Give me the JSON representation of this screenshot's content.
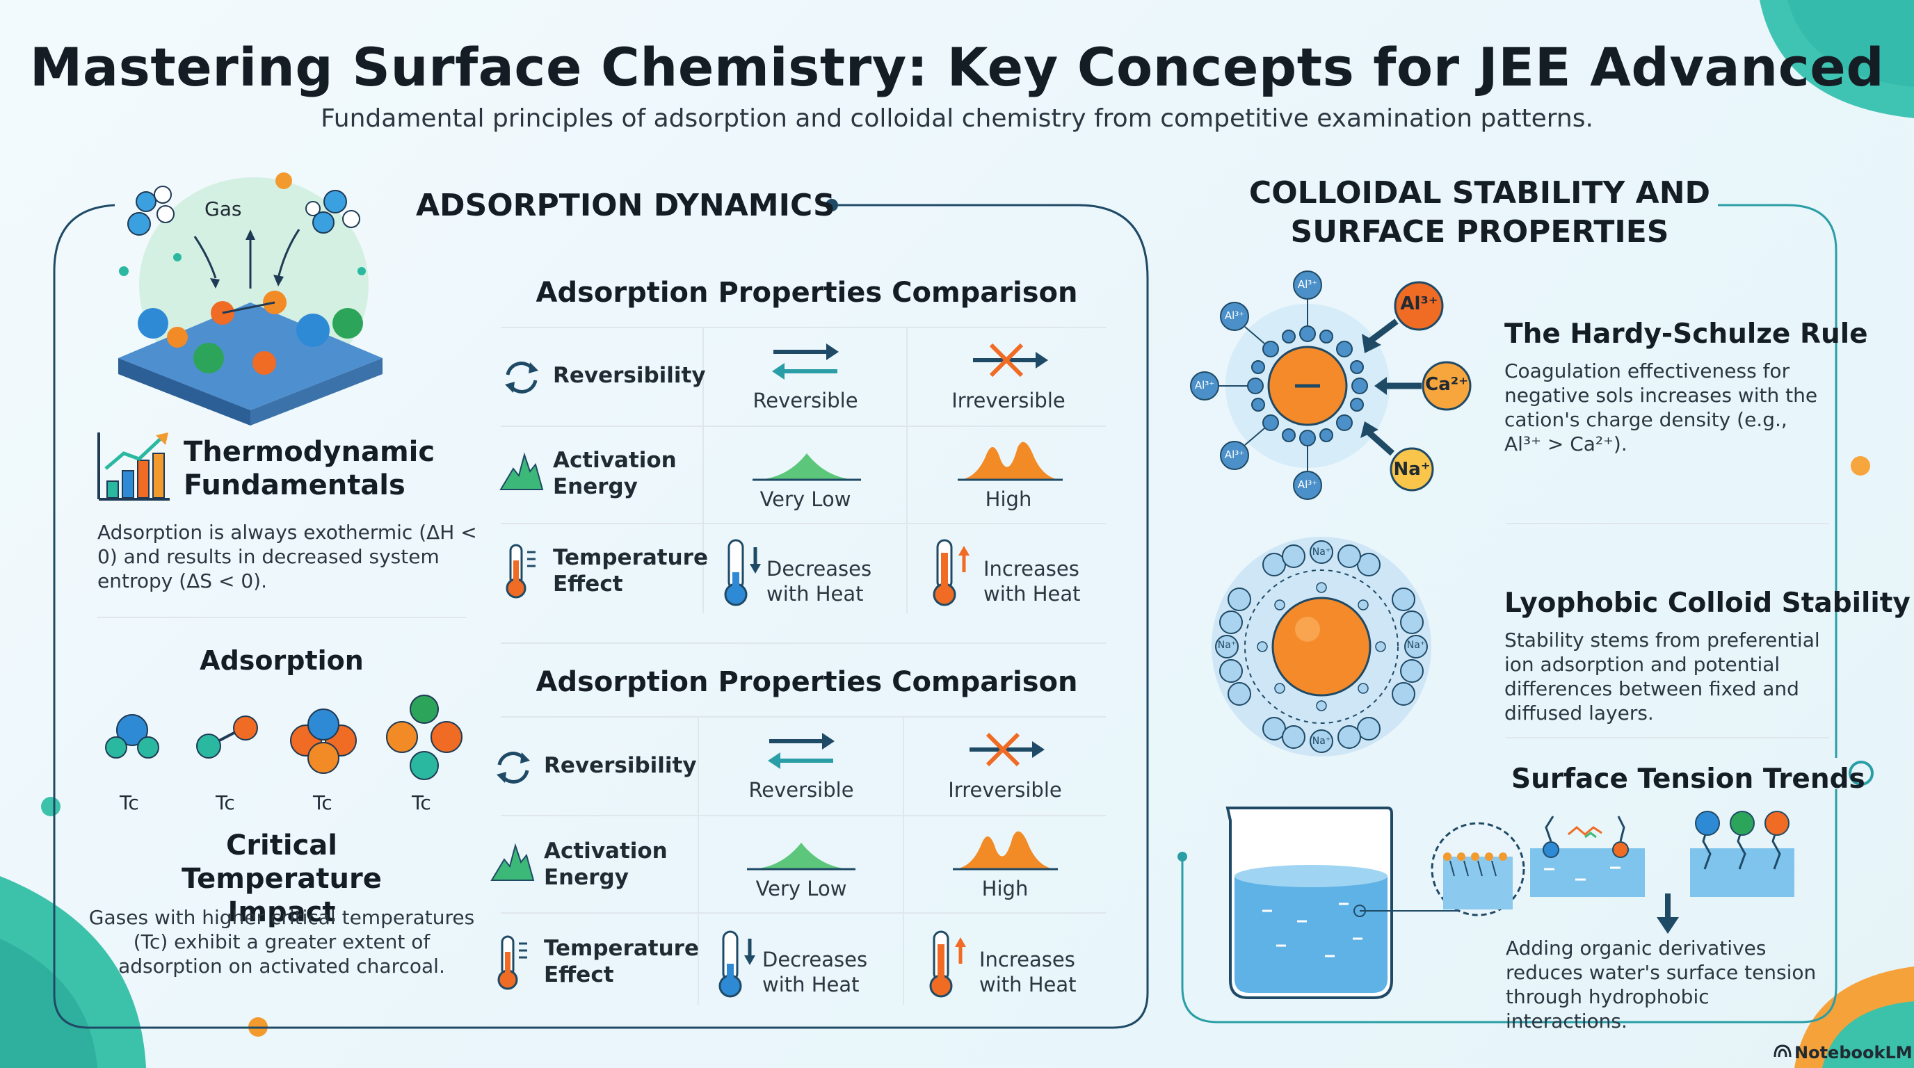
{
  "header": {
    "title": "Mastering Surface Chemistry: Key Concepts for JEE Advanced",
    "subtitle": "Fundamental principles of adsorption and colloidal chemistry from competitive examination patterns."
  },
  "left": {
    "gas_label": "Gas",
    "thermo_title": "Thermodynamic Fundamentals",
    "thermo_body": "Adsorption is always exothermic (ΔH < 0) and results in decreased system entropy (ΔS < 0).",
    "adsorption_label": "Adsorption",
    "tc_label": "Tc",
    "critical_title": "Critical Temperature Impact",
    "critical_body": "Gases with higher critical temperatures (Tc) exhibit a greater extent of adsorption on activated charcoal."
  },
  "middle": {
    "section_title": "ADSORPTION DYNAMICS",
    "tables": [
      {
        "title": "Adsorption Properties Comparison",
        "rows": [
          {
            "label": "Reversibility",
            "a": "Reversible",
            "b": "Irreversible"
          },
          {
            "label": "Activation Energy",
            "a": "Very Low",
            "b": "High"
          },
          {
            "label": "Temperature Effect",
            "a": "Decreases with Heat",
            "b": "Increases with Heat"
          }
        ]
      },
      {
        "title": "Adsorption Properties Comparison",
        "rows": [
          {
            "label": "Reversibility",
            "a": "Reversible",
            "b": "Irreversible"
          },
          {
            "label": "Activation Energy",
            "a": "Very Low",
            "b": "High"
          },
          {
            "label": "Temperature Effect",
            "a": "Decreases with Heat",
            "b": "Increases with Heat"
          }
        ]
      }
    ]
  },
  "right": {
    "section_title": "COLLOIDAL STABILITY AND SURFACE PROPERTIES",
    "ion_labels": {
      "al": "Al³⁺",
      "ca": "Ca²⁺",
      "na": "Na⁺",
      "na_ion": "Na⁺"
    },
    "hardy_title": "The Hardy-Schulze Rule",
    "hardy_body": "Coagulation effectiveness for negative sols increases with the cation's charge density (e.g., Al³⁺ > Ca²⁺).",
    "lyophobic_title": "Lyophobic Colloid Stability",
    "lyophobic_body": "Stability stems from preferential ion adsorption and potential differences between fixed and diffused layers.",
    "surface_title": "Surface Tension Trends",
    "surface_body": "Adding organic derivatives reduces water's surface tension through hydrophobic interactions."
  },
  "footer": {
    "brand": "NotebookLM"
  },
  "colors": {
    "accent_teal": "#2a9ea6",
    "accent_orange": "#f29a2e",
    "navy": "#1f4a66",
    "green": "#3cb878"
  }
}
